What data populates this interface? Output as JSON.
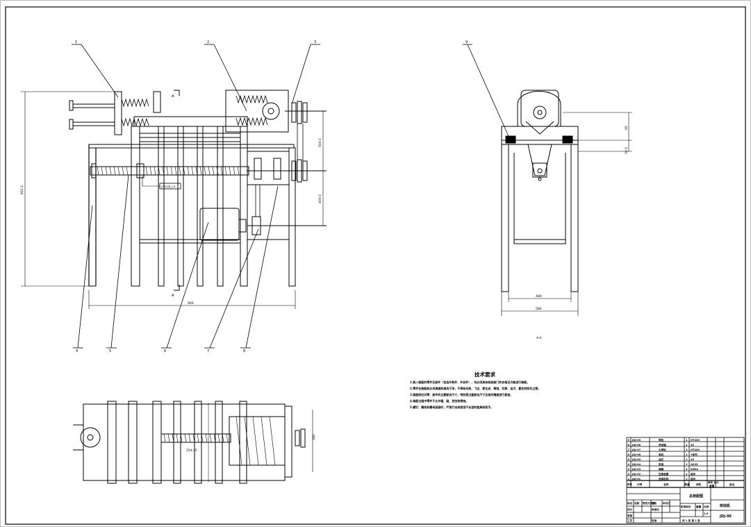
{
  "balloons": [
    "1",
    "2",
    "3",
    "4",
    "5",
    "6",
    "7",
    "8",
    "9"
  ],
  "section_marks": {
    "top": "A",
    "bottom": "A",
    "right_view": "A-A"
  },
  "tolerance_box": "// 0.03 | A",
  "dimensions": {
    "overall_height": "820.5",
    "overall_length": "900",
    "rear_width_top": "480",
    "rear_width_bottom": "580",
    "center_dist_upper": "500.0",
    "center_dist_lower": "400.0",
    "right_height_a": "95",
    "right_height_b": "30.5",
    "plan_width": "280",
    "plan_screw": "254.45"
  },
  "tech_req": {
    "title": "技术要求",
    "lines": [
      "1.装入装配的零件及部件（包括外购件、外协件），均必须具有检验部门的合格证方能进行装配。",
      "2.零件在装配前必须清理和清洗干净，不得有毛刺、飞边、氧化皮、锈蚀、切屑、油污、着色剂和灰尘等。",
      "3.装配前应对零、部件的主要配合尺寸，特别是过盈配合尺寸及相关精度进行复查。",
      "4.装配过程中零件不允许磕、碰、划伤和锈蚀。",
      "5.螺钉、螺栓和螺母紧固时，严禁打击或使用不合适的旋具和扳手。"
    ]
  },
  "title_block": {
    "bom_rows": [
      {
        "seq": "9",
        "code": "JDJ-09",
        "name": "带轮",
        "qty": "1",
        "mat": "HT200"
      },
      {
        "seq": "8",
        "code": "JDJ-08",
        "name": "传动轴",
        "qty": "1",
        "mat": "45"
      },
      {
        "seq": "7",
        "code": "JDJ-07",
        "name": "大带轮",
        "qty": "1",
        "mat": "HT200"
      },
      {
        "seq": "6",
        "code": "JDJ-06",
        "name": "电机",
        "qty": "1",
        "mat": "Y系列"
      },
      {
        "seq": "5",
        "code": "JDJ-05",
        "name": "丝杠",
        "qty": "1",
        "mat": "45"
      },
      {
        "seq": "4",
        "code": "JDJ-04",
        "name": "机架",
        "qty": "1",
        "mat": "Q235"
      },
      {
        "seq": "3",
        "code": "JDJ-03",
        "name": "弹簧",
        "qty": "2",
        "mat": "65Mn"
      },
      {
        "seq": "2",
        "code": "JDJ-02",
        "name": "压紧装置",
        "qty": "1",
        "mat": "组件"
      },
      {
        "seq": "1",
        "code": "JDJ-01",
        "name": "夹紧机构",
        "qty": "1",
        "mat": "组件"
      }
    ],
    "header": {
      "seq": "序号",
      "code": "代号",
      "name": "名称",
      "qty": "数量",
      "mat": "材料",
      "weight": "单件 总计",
      "wlabel": "重量",
      "note": "备注"
    },
    "assembly": "总装配图",
    "product": "绞线机",
    "drawing_no": "JDJ-00",
    "scale": "1:5",
    "sheet": "共 1 张 第 1 张",
    "design": "设计",
    "check": "审核",
    "process": "工艺",
    "approve": "批准",
    "mark": "标记",
    "zones": "处数",
    "doc_no": "更改文件号",
    "sign": "签名",
    "date": "年月日",
    "standard": "标准化",
    "stage": "阶段标记",
    "weight": "重量",
    "ratio": "比例"
  }
}
